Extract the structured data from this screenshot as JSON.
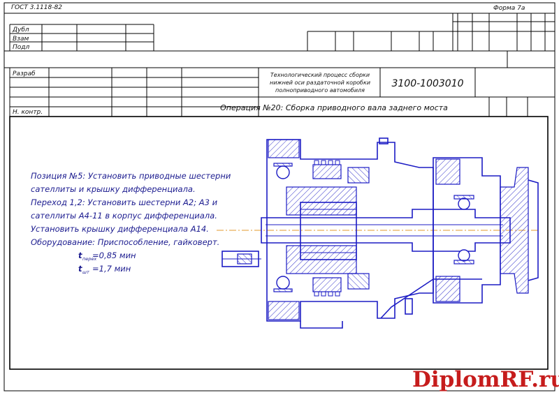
{
  "header": {
    "gost": "ГОСТ 3.1118-82",
    "form": "Форма 7а"
  },
  "stamp": {
    "rows_left": [
      "Дубл",
      "Взам",
      "Подл"
    ],
    "developed": "Разраб",
    "norm_control": "Н. контр."
  },
  "document": {
    "title_lines": [
      "Технологический процесс сборки",
      "нижней оси раздаточной коробки",
      "полноприводного автомобиля"
    ],
    "code": "3100-1003010",
    "operation": "Операция №20: Сборка приводного вала заднего моста"
  },
  "instructions": {
    "lines": [
      "Позиция №5: Установить приводные шестерни",
      "сателлиты и крышку дифференциала.",
      "Переход 1,2: Установить шестерни А2; А3 и",
      "сателлиты А4-11 в корпус дифференциала.",
      "Установить крышку дифференциала А14.",
      "Оборудование: Приспособление, гайковерт."
    ],
    "time_prep_symbol": "t",
    "time_prep_sub": "перех",
    "time_prep_value": "=0,85 мин",
    "time_piece_symbol": "t",
    "time_piece_sub": "шт",
    "time_piece_value": "=1,7 мин"
  },
  "watermark": "DiplomRF.ru",
  "colors": {
    "drawing_lines": "#1c1cc4",
    "axis_line": "#e39a2e",
    "watermark": "#c61c1c"
  }
}
